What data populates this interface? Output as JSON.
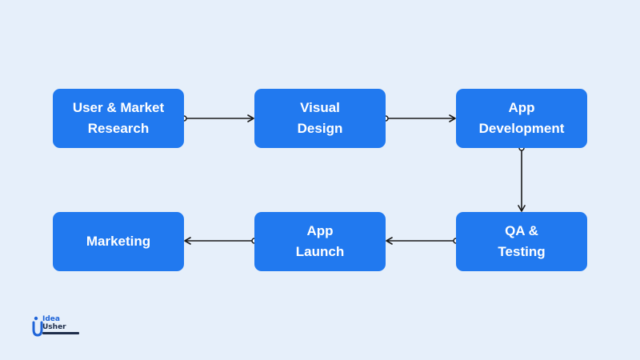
{
  "steps": [
    {
      "line1": "User & Market",
      "line2": "Research"
    },
    {
      "line1": "Visual",
      "line2": "Design"
    },
    {
      "line1": "App",
      "line2": "Development"
    },
    {
      "line1": "QA &",
      "line2": "Testing"
    },
    {
      "line1": "App",
      "line2": "Launch"
    },
    {
      "line1": "Marketing",
      "line2": ""
    }
  ],
  "logo": {
    "line1": "Idea",
    "line2": "Usher"
  },
  "colors": {
    "background": "#e6effa",
    "node": "#2179ef",
    "connector": "#1a1a1a"
  }
}
